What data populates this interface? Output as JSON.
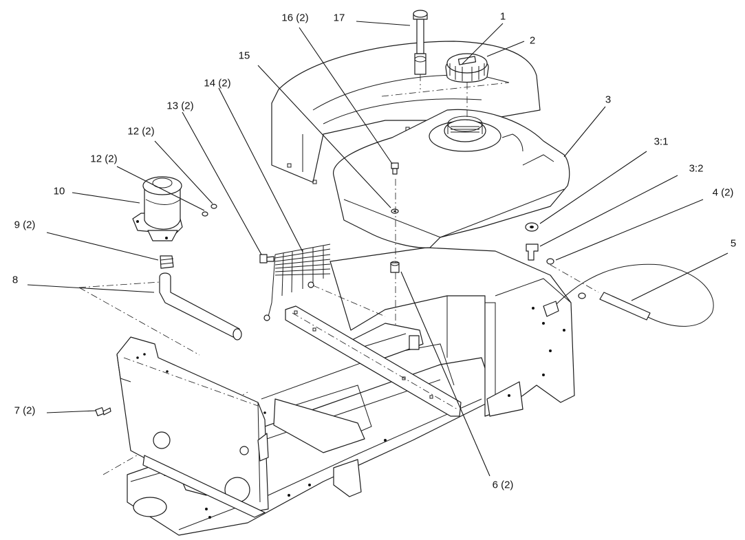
{
  "diagram": {
    "type": "exploded-parts-view",
    "callouts": [
      {
        "id": "c1",
        "label": "1"
      },
      {
        "id": "c2",
        "label": "2"
      },
      {
        "id": "c3",
        "label": "3"
      },
      {
        "id": "c3-1",
        "label": "3:1"
      },
      {
        "id": "c3-2",
        "label": "3:2"
      },
      {
        "id": "c4",
        "label": "4 (2)"
      },
      {
        "id": "c5",
        "label": "5"
      },
      {
        "id": "c6",
        "label": "6 (2)"
      },
      {
        "id": "c7",
        "label": "7 (2)"
      },
      {
        "id": "c8",
        "label": "8"
      },
      {
        "id": "c9",
        "label": "9 (2)"
      },
      {
        "id": "c10",
        "label": "10"
      },
      {
        "id": "c12a",
        "label": "12 (2)"
      },
      {
        "id": "c12b",
        "label": "12 (2)"
      },
      {
        "id": "c13",
        "label": "13 (2)"
      },
      {
        "id": "c14",
        "label": "14 (2)"
      },
      {
        "id": "c15",
        "label": "15"
      },
      {
        "id": "c16",
        "label": "16 (2)"
      },
      {
        "id": "c17",
        "label": "17"
      }
    ]
  }
}
